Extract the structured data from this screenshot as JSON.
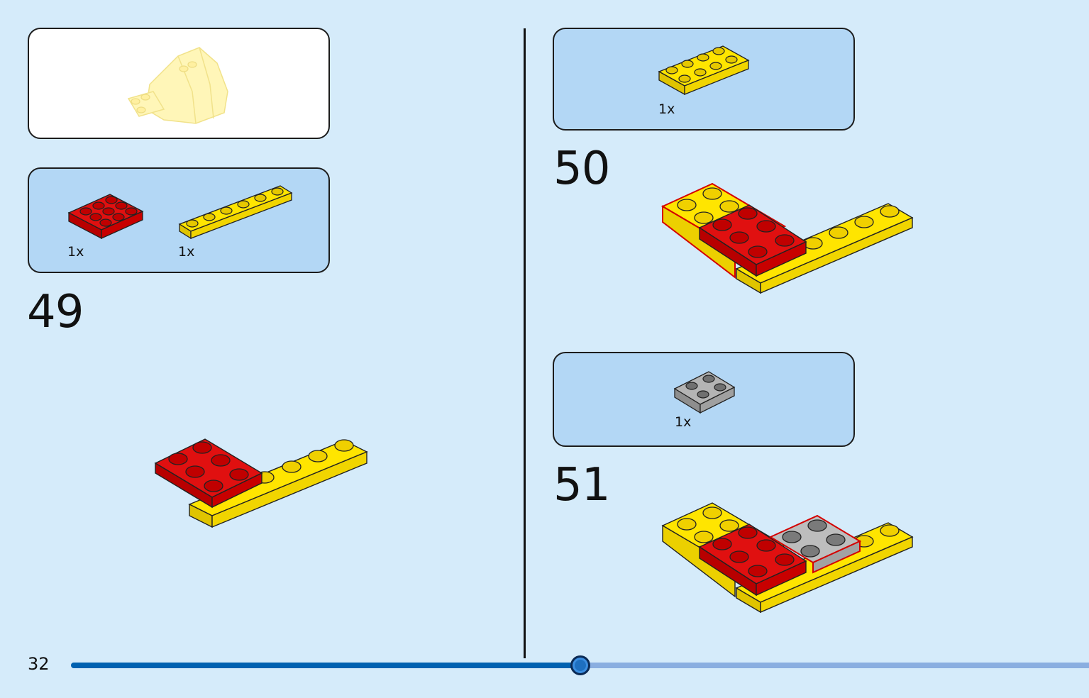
{
  "page": {
    "number": "32"
  },
  "progress": {
    "fraction": 0.5
  },
  "steps": [
    {
      "number": "49",
      "parts": [
        {
          "qty": "1x",
          "color": "#d40000",
          "name": "plate-2x3"
        },
        {
          "qty": "1x",
          "color": "#ffe500",
          "name": "plate-1x6"
        }
      ]
    },
    {
      "number": "50",
      "parts": [
        {
          "qty": "1x",
          "color": "#ffe500",
          "name": "plate-2x4"
        }
      ]
    },
    {
      "number": "51",
      "parts": [
        {
          "qty": "1x",
          "color": "#a8a8a8",
          "name": "plate-2x2"
        }
      ]
    }
  ],
  "colors": {
    "red": "#d40000",
    "yellow": "#ffe500",
    "gray": "#a8a8a8",
    "ghost_yellow": "#fff3a8",
    "panel_blue": "#b3d7f5",
    "page_bg": "#d5ebfa"
  }
}
